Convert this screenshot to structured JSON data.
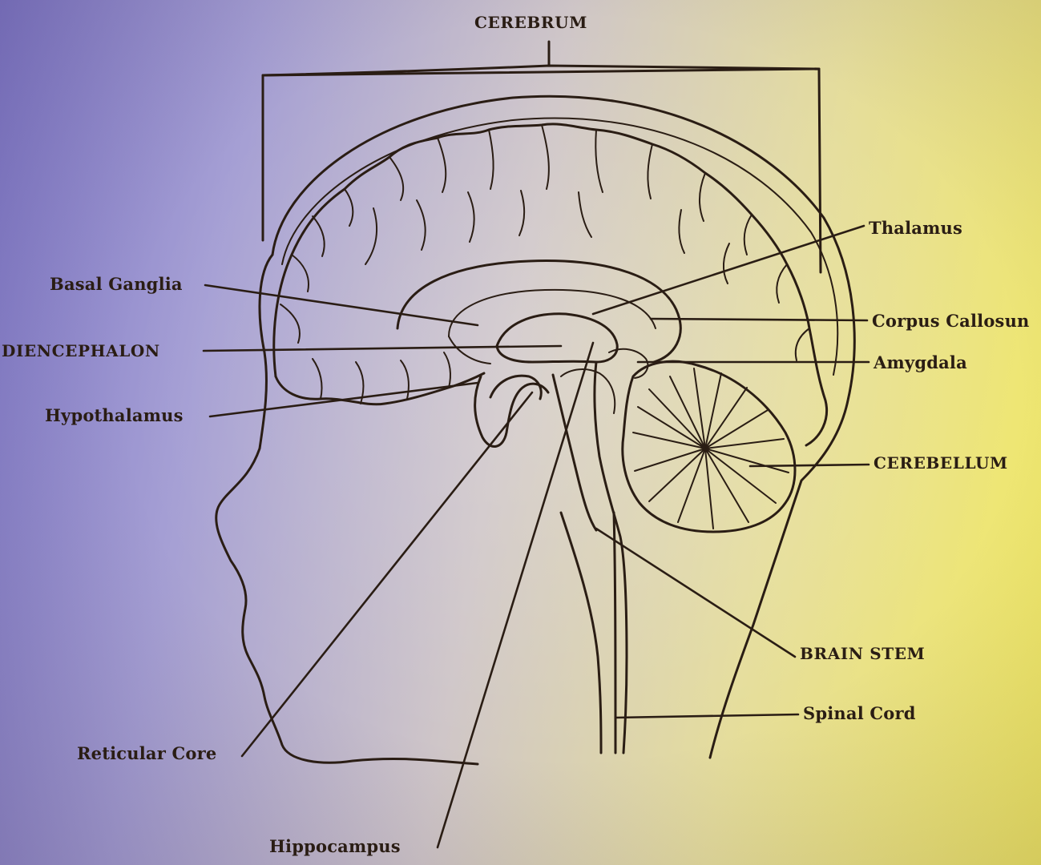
{
  "labels": {
    "cerebrum": "CEREBRUM",
    "thalamus": "Thalamus",
    "basal_ganglia": "Basal Ganglia",
    "corpus_callosum": "Corpus Callosun",
    "diencephalon": "DIENCEPHALON",
    "amygdala": "Amygdala",
    "hypothalamus": "Hypothalamus",
    "cerebellum": "CEREBELLUM",
    "brain_stem": "BRAIN STEM",
    "spinal_cord": "Spinal Cord",
    "reticular_core": "Reticular Core",
    "hippocampus": "Hippocampus"
  },
  "colors": {
    "ink": "#2a1d14"
  }
}
